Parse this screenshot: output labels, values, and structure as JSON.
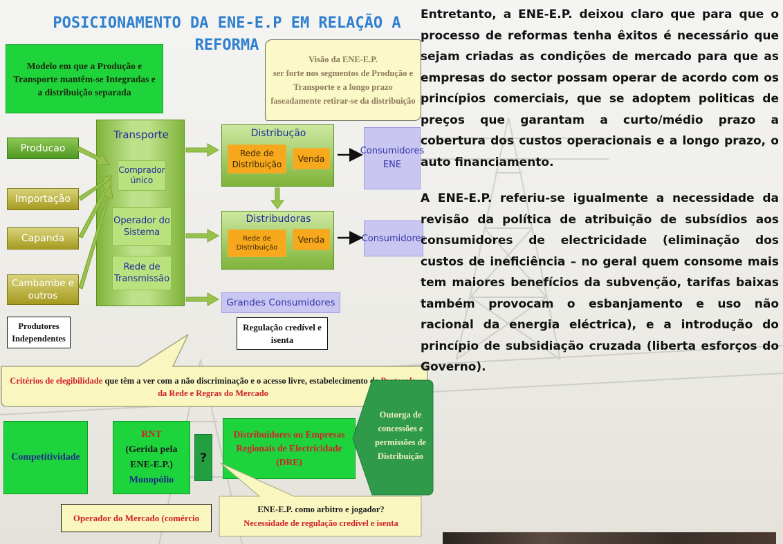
{
  "title": "POSICIONAMENTO DA ENE-E.P EM RELAÇÃO A REFORMA",
  "model_box": "Modelo em que a Produção e Transporte mantêm-se Integradas e a distribuição separada",
  "vision": {
    "title": "Visão da ENE-E.P.",
    "text": "ser forte nos segmentos de Produção e Transporte e a longo prazo faseadamente retirar-se da distribuição"
  },
  "producers": [
    "Producao",
    "Importação",
    "Capanda",
    "Cambambe e outros"
  ],
  "independent_producers": "Produtores Independentes",
  "transport": {
    "title": "Transporte",
    "items": [
      "Comprador único",
      "Operador do Sistema",
      "Rede de Transmissão"
    ]
  },
  "distribution": {
    "title": "Distribução",
    "network": "Rede de Distribuição",
    "sale": "Venda",
    "consumers": "Consumidores ENE"
  },
  "distributors": {
    "title": "Distribudoras",
    "network": "Rede de Distribuição",
    "sale": "Venda",
    "consumers": "Consumidores"
  },
  "large_consumers": "Grandes Consumidores",
  "regulation": "Regulação credível e isenta",
  "criteria": {
    "red1": "Critérios de elegibilidade",
    "mid": " que têm a ver com a não discriminação e o acesso livre, estabelecimento de ",
    "red2": "Protocolo da Rede e Regras do Mercado"
  },
  "competitiveness": "Competitividade",
  "rnt": {
    "title": "RNT",
    "sub": "(Gerida pela ENE-E.P.)",
    "monopoly": "Monopólio"
  },
  "question_mark": "?",
  "dre": "Distribuidores ou Empresas Regionais de Electricidade (DRE)",
  "concession": "Outorga de concessões e permissões de Distribuição",
  "market_operator": "Operador do Mercado (comércio",
  "arbiter": {
    "line1": "ENE-E.P. como arbitro e jogador?",
    "line2": "Necessidade de regulação credível e isenta"
  },
  "paragraphs": [
    "Entretanto, a ENE-E.P. deixou claro que para que o processo de reformas tenha êxitos é necessário que sejam criadas as condições de mercado para que as empresas do sector possam operar de acordo com os princípios comerciais, que se adoptem politicas de preços que garantam a curto/médio prazo a cobertura dos custos operacionais e a longo prazo, o auto financiamento.",
    "A ENE-E.P. referiu-se igualmente a necessidade da revisão da política de atribuição de subsídios aos consumidores de electricidade (eliminação dos custos de ineficiência – no geral quem consome mais tem maiores benefícios da subvenção, tarifas baixas também provocam o esbanjamento e uso não racional da energia eléctrica), e a introdução do princípio de subsidiação cruzada (liberta esforços do Governo)."
  ],
  "colors": {
    "title_blue": "#2f7fd0",
    "green": "#7fb43a",
    "orange": "#f7a81d",
    "lavender": "#c9c6f2",
    "red_text": "#d0202a",
    "navy_text": "#1c2a8a"
  }
}
